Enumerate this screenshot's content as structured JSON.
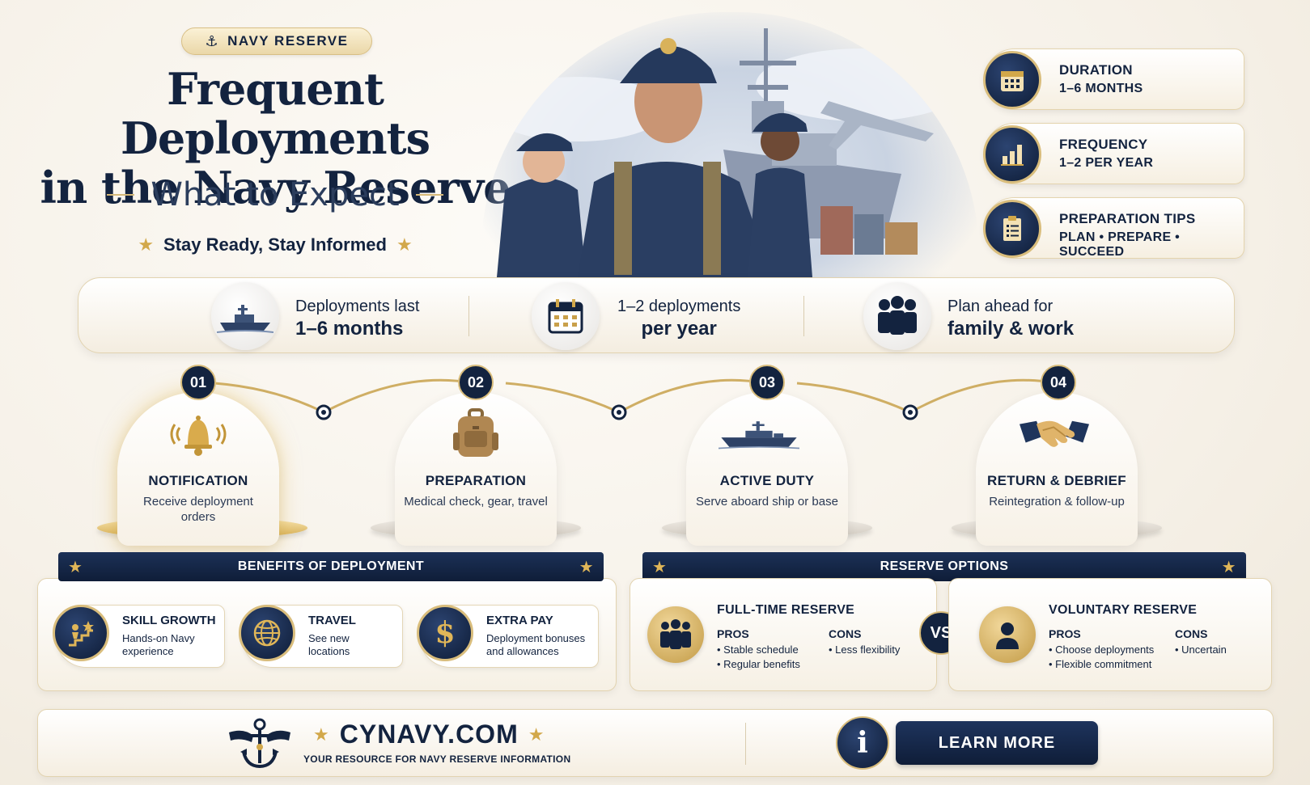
{
  "header": {
    "badge": "NAVY RESERVE",
    "title_line1": "Frequent Deployments",
    "title_line2": "in the Navy Reserve",
    "subtitle": "What to Expect",
    "tagline": "Stay Ready, Stay Informed"
  },
  "info_cards": [
    {
      "title": "DURATION",
      "sub": "1–6 MONTHS",
      "icon": "calendar-icon"
    },
    {
      "title": "FREQUENCY",
      "sub": "1–2 PER YEAR",
      "icon": "bar-chart-icon"
    },
    {
      "title": "PREPARATION TIPS",
      "sub": "PLAN • PREPARE • SUCCEED",
      "icon": "checklist-icon"
    }
  ],
  "stats": [
    {
      "line1": "Deployments last",
      "line2": "1–6 months",
      "icon": "warship-icon"
    },
    {
      "line1": "1–2 deployments",
      "line2": "per year",
      "icon": "calendar-icon"
    },
    {
      "line1": "Plan ahead for",
      "line2": "family & work",
      "icon": "family-icon"
    }
  ],
  "steps": [
    {
      "num": "01",
      "title": "NOTIFICATION",
      "desc": "Receive deployment orders",
      "icon": "bell-icon"
    },
    {
      "num": "02",
      "title": "PREPARATION",
      "desc": "Medical check, gear, travel",
      "icon": "backpack-icon"
    },
    {
      "num": "03",
      "title": "ACTIVE DUTY",
      "desc": "Serve aboard ship or base",
      "icon": "ship-icon"
    },
    {
      "num": "04",
      "title": "RETURN & DEBRIEF",
      "desc": "Reintegration & follow-up",
      "icon": "handshake-icon"
    }
  ],
  "benefits": {
    "heading": "BENEFITS OF DEPLOYMENT",
    "items": [
      {
        "title": "SKILL GROWTH",
        "desc1": "Hands-on Navy",
        "desc2": "experience",
        "icon": "growth-icon"
      },
      {
        "title": "TRAVEL",
        "desc1": "See new",
        "desc2": "locations",
        "icon": "globe-icon"
      },
      {
        "title": "EXTRA PAY",
        "desc1": "Deployment bonuses",
        "desc2": "and allowances",
        "icon": "dollar-icon"
      }
    ]
  },
  "options": {
    "heading": "RESERVE OPTIONS",
    "vs": "VS",
    "full_time": {
      "title": "FULL-TIME RESERVE",
      "pros_label": "PROS",
      "cons_label": "CONS",
      "pros": [
        "• Stable schedule",
        "• Regular benefits"
      ],
      "cons": [
        "• Less flexibility"
      ]
    },
    "voluntary": {
      "title": "VOLUNTARY RESERVE",
      "pros_label": "PROS",
      "cons_label": "CONS",
      "pros": [
        "• Choose deployments",
        "• Flexible commitment"
      ],
      "cons": [
        "• Uncertain"
      ]
    }
  },
  "footer": {
    "site": "CYNAVY.COM",
    "tagline": "YOUR RESOURCE FOR NAVY RESERVE INFORMATION",
    "info": "i",
    "cta": "LEARN MORE"
  },
  "colors": {
    "navy": "#13233f",
    "gold": "#c9a04a",
    "background": "#f6f1e8"
  }
}
